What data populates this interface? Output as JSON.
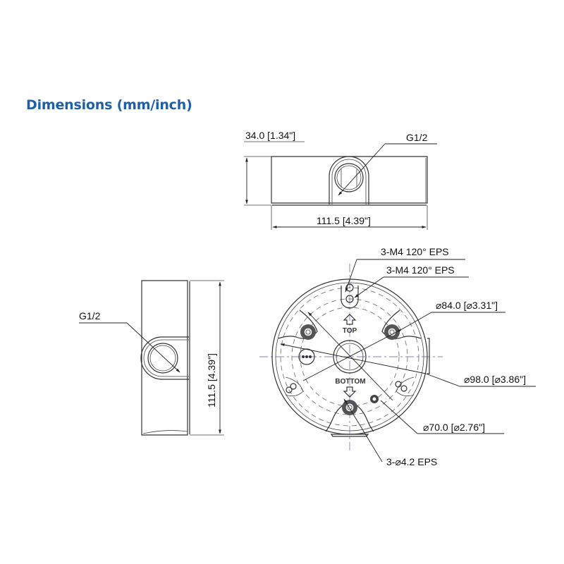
{
  "title": "Dimensions (mm/inch)",
  "side_view_top": {
    "height_label": "34.0 [1.34\"]",
    "width_label": "111.5 [4.39\"]",
    "thread_label": "G1/2"
  },
  "side_view_left": {
    "height_label": "111.5 [4.39\"]",
    "thread_label": "G1/2"
  },
  "top_view": {
    "screw_label_1": "3-M4 120°  EPS",
    "screw_label_2": "3-M4 120°  EPS",
    "dia_84": "⌀84.0 [⌀3.31\"]",
    "dia_98": "⌀98.0 [⌀3.86\"]",
    "dia_70": "⌀70.0 [⌀2.76\"]",
    "hole_label": "3-⌀4.2 EPS",
    "top_marker": "TOP",
    "bottom_marker": "BOTTOM"
  },
  "colors": {
    "title": "#1f5fa8",
    "lines": "#333333",
    "centerline": "#7c86b8"
  }
}
